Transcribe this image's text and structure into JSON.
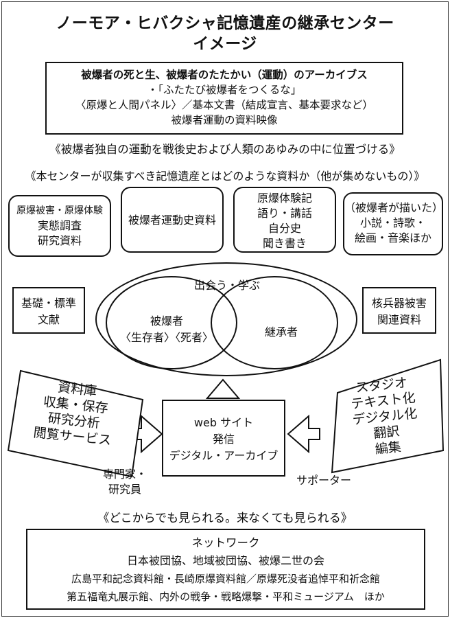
{
  "title": {
    "line1": "ノーモア・ヒバクシャ記憶遺産の継承センター",
    "line2": "イメージ"
  },
  "archive": {
    "heading": "被爆者の死と生、被爆者のたたかい（運動）のアーカイブス",
    "items": [
      "・「ふたたび被爆者をつくるな」",
      "〈原爆と人間パネル〉／基本文書（結成宣言、基本要求など）",
      "被爆者運動の資料映像"
    ]
  },
  "position_caption": "《被爆者独自の運動を戦後史および人類のあゆみの中に位置づける》",
  "collect_caption": "《本センターが収集すべき記憶遺産とはどのような資料か（他が集めないもの）》",
  "materials": [
    {
      "lines": [
        "原爆被害・原爆体験",
        "実態調査",
        "研究資料"
      ]
    },
    {
      "lines": [
        "被爆者運動史資料"
      ]
    },
    {
      "lines": [
        "原爆体験記",
        "語り・講話",
        "自分史",
        "聞き書き"
      ]
    },
    {
      "lines": [
        "（被爆者が描いた）",
        "小説・詩歌・",
        "絵画・音楽ほか"
      ]
    }
  ],
  "side_left": {
    "lines": [
      "基礎・標準",
      "文献"
    ]
  },
  "side_right": {
    "lines": [
      "核兵器被害",
      "関連資料"
    ]
  },
  "venn": {
    "outer_label": "出会う・学ぶ",
    "left_lines": [
      "被爆者",
      "〈生存者〉〈死者〉"
    ],
    "right_label": "継承者"
  },
  "left_panel": {
    "lines": [
      "資料庫",
      "収集・保存",
      "研究分析",
      "閲覧サービス"
    ]
  },
  "right_panel": {
    "lines": [
      "スタジオ",
      "テキスト化",
      "デジタル化",
      "翻訳",
      "編集"
    ]
  },
  "web": {
    "lines": [
      "web サイト",
      "発信",
      "デジタル・アーカイブ"
    ]
  },
  "experts_lines": [
    "専門家・",
    "研究員"
  ],
  "supporter": "サポーター",
  "visible_caption": "《どこからでも見られる。来なくても見られる》",
  "network": {
    "heading": "ネットワーク",
    "lines": [
      "日本被団協、地域被団協、被爆二世の会",
      "広島平和記念資料館・長崎原爆資料館／原爆死没者追悼平和祈念館",
      "第五福竜丸展示館、内外の戦争・戦略爆撃・平和ミュージアム　ほか"
    ]
  }
}
